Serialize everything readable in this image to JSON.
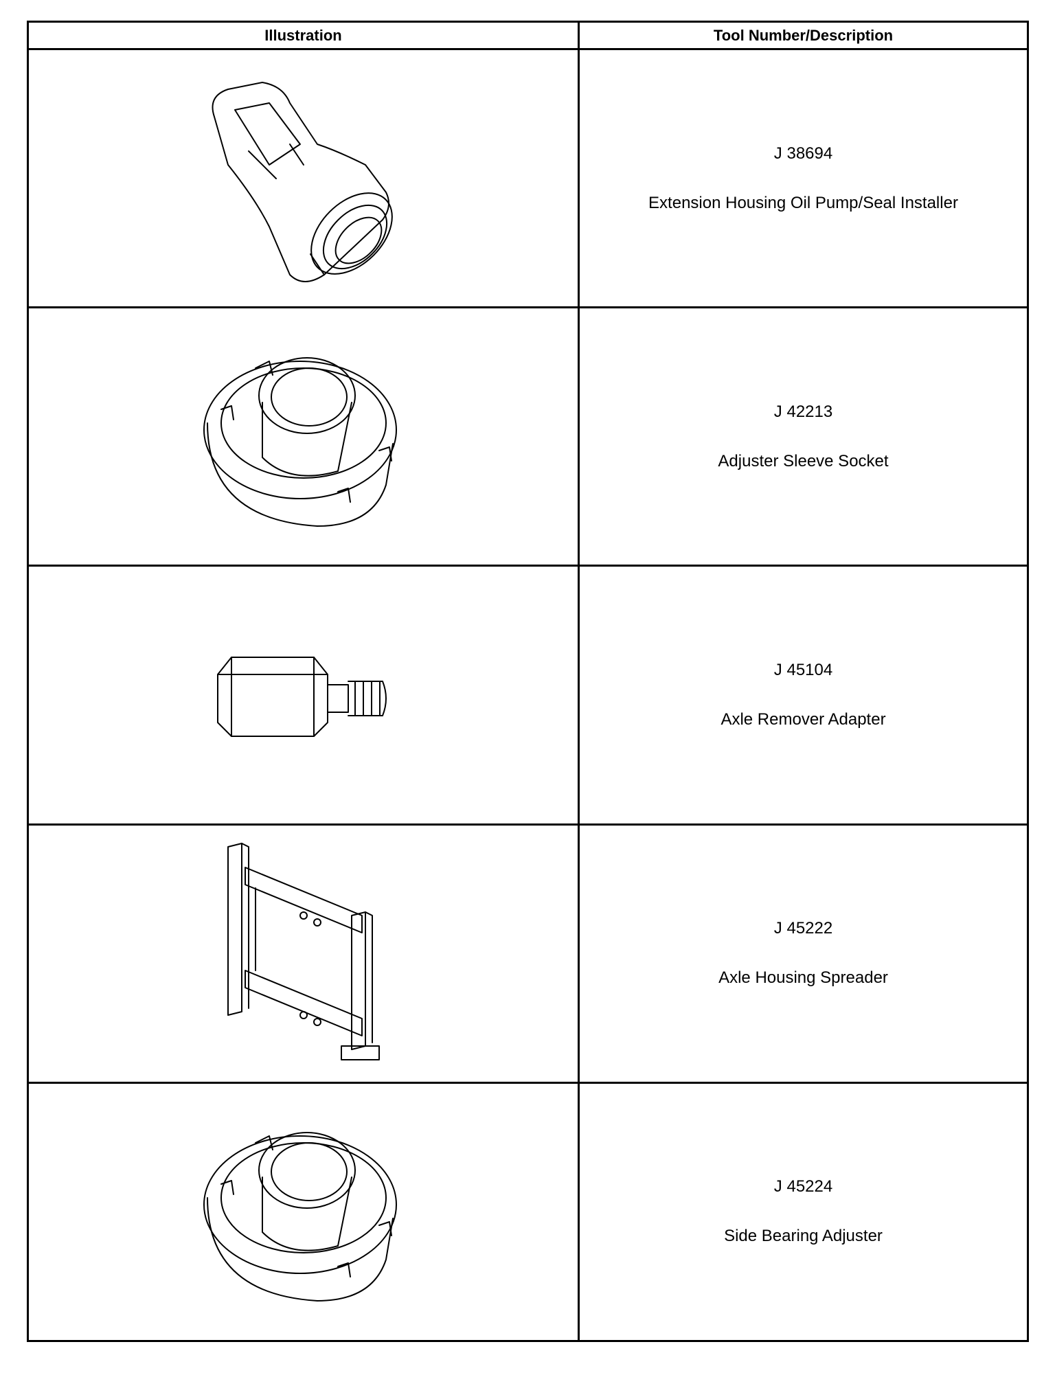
{
  "headers": {
    "illustration": "Illustration",
    "tool": "Tool Number/Description"
  },
  "rows": [
    {
      "number": "J 38694",
      "description": "Extension Housing Oil Pump/Seal Installer",
      "illustration": "seal-installer-icon"
    },
    {
      "number": "J 42213",
      "description": "Adjuster Sleeve Socket",
      "illustration": "adjuster-socket-icon"
    },
    {
      "number": "J 45104",
      "description": "Axle Remover Adapter",
      "illustration": "adapter-icon"
    },
    {
      "number": "J 45222",
      "description": "Axle Housing Spreader",
      "illustration": "spreader-icon"
    },
    {
      "number": "J 45224",
      "description": "Side Bearing Adjuster",
      "illustration": "bearing-adjuster-icon"
    }
  ]
}
